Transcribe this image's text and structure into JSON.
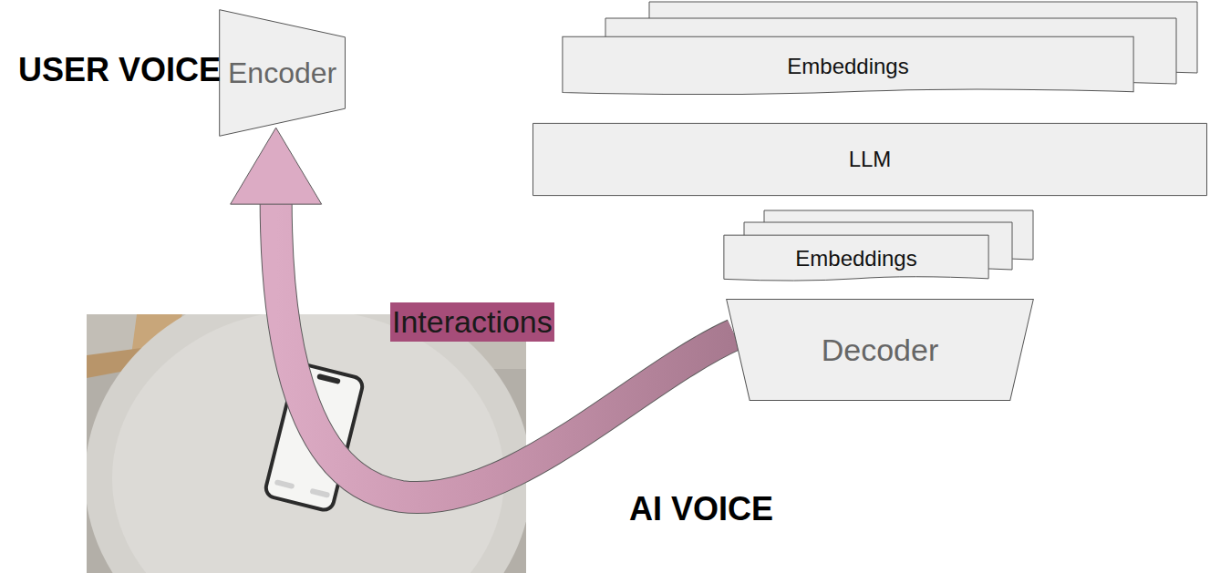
{
  "diagram": {
    "nodes": [
      {
        "text": [
          "Encoder"
        ]
      },
      {
        "text": [
          "Embeddings"
        ]
      },
      {
        "text": [
          "LLM"
        ]
      },
      {
        "text": [
          "Embeddings"
        ]
      },
      {
        "text": [
          "Decoder"
        ]
      }
    ],
    "edges": [
      {
        "from": 4,
        "to": 0,
        "arrow": "to",
        "label": "Interactions"
      }
    ],
    "labels": [
      "USER VOICE",
      "AI VOICE"
    ]
  }
}
